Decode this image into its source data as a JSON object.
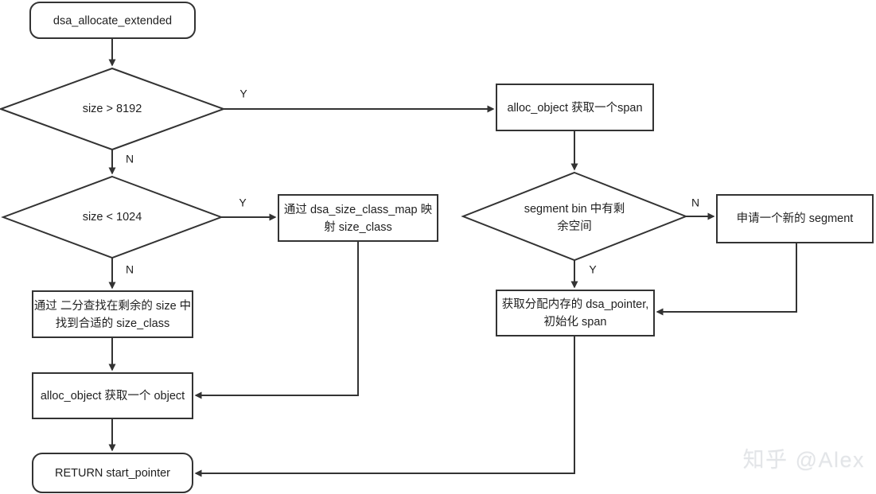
{
  "diagram": {
    "title": "dsa_allocate_extended flowchart",
    "background_color": "#ffffff",
    "stroke_color": "#333333",
    "text_color": "#1f1f1f",
    "nodes": {
      "start": {
        "label": "dsa_allocate_extended",
        "shape": "rounded-rect"
      },
      "decision_size_gt_8192": {
        "label": "size > 8192",
        "shape": "diamond"
      },
      "decision_size_lt_1024": {
        "label": "size < 1024",
        "shape": "diamond"
      },
      "size_class_map": {
        "line1": "通过 dsa_size_class_map 映",
        "line2": "射 size_class",
        "shape": "rect"
      },
      "binary_search": {
        "line1": "通过 二分查找在剩余的 size 中",
        "line2": "找到合适的 size_class",
        "shape": "rect"
      },
      "alloc_object_object": {
        "label": "alloc_object 获取一个 object",
        "shape": "rect"
      },
      "return_start_pointer": {
        "label": "RETURN start_pointer",
        "shape": "rounded-rect"
      },
      "alloc_object_span": {
        "label": "alloc_object 获取一个span",
        "shape": "rect"
      },
      "decision_segment_bin": {
        "line1": "segment bin 中有剩",
        "line2": "余空间",
        "shape": "diamond"
      },
      "new_segment": {
        "label": "申请一个新的 segment",
        "shape": "rect"
      },
      "get_dsa_pointer": {
        "line1": "获取分配内存的 dsa_pointer,",
        "line2": "初始化 span",
        "shape": "rect"
      }
    },
    "edge_labels": {
      "size_gt_8192_yes": "Y",
      "size_gt_8192_no": "N",
      "size_lt_1024_yes": "Y",
      "size_lt_1024_no": "N",
      "segment_bin_no": "N",
      "segment_bin_yes": "Y"
    },
    "watermark": "知乎 @Alex"
  }
}
